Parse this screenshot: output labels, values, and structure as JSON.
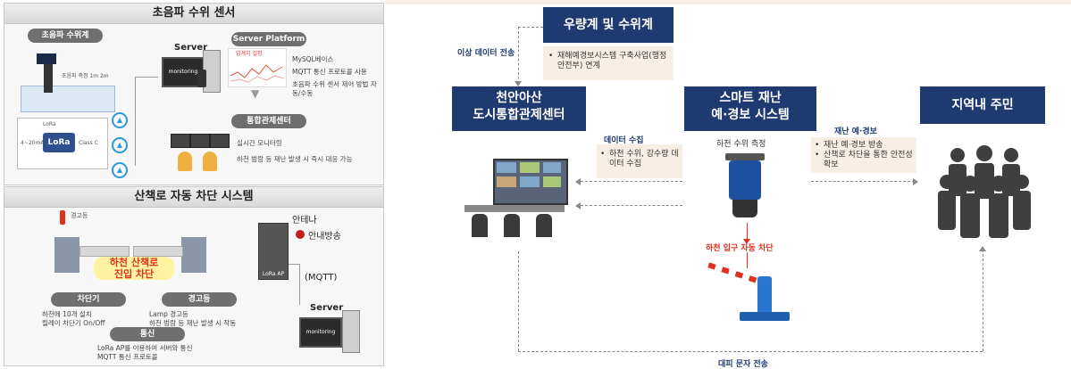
{
  "top_panel": {
    "title": "초음파 수위 센서",
    "sensor_pill": "초음파 수위계",
    "sensor_note": "초음파 측정 1m 2m",
    "lora_label": "LoRa",
    "lora_in": "4~20mA",
    "lora_class": "Class C",
    "lora_logo": "LoRa",
    "server_label": "Server",
    "server_platform_pill": "Server Platform",
    "monitor_text": "monitoring",
    "chart_label": "임계치 설정",
    "platform_bullets": [
      "MySQL베이스",
      "MQTT 통신 프로토콜 사용",
      "초음파 수위 센서 제어 방법 자동/수동"
    ],
    "center_pill": "통합관제센터",
    "center_bullets": [
      "실시간 모니터링",
      "하천 범람 등 재난 발생 시 즉시 대응 가능"
    ]
  },
  "bottom_panel": {
    "title": "산책로 자동 차단 시스템",
    "warning_light_label": "경고등",
    "gate_sign": "하천 산책로\n진입 차단",
    "antenna_label": "안테나",
    "broadcast_label": "안내방송",
    "mqtt_label": "(MQTT)",
    "server_label": "Server",
    "monitor_text": "monitoring",
    "lora_box_label": "LoRa AP",
    "barrier_pill": "차단기",
    "barrier_bullets": [
      "하천에 10개 설치",
      "릴레이 차단기 On/Off"
    ],
    "warning_pill": "경고등",
    "warning_bullets": [
      "Lamp 경고등",
      "하천 범람 등 재난 발생 시 작동"
    ],
    "comm_pill": "통신",
    "comm_bullets": [
      "LoRa AP를 이용하여 서버와 통신",
      "MQTT 통신 프로토콜"
    ]
  },
  "diagram": {
    "rain_gauge_box": "우량계 및 수위계",
    "rain_gauge_bullet": "재해예경보시스템 구축사업(행정안전부) 연계",
    "abnormal_label": "이상 데이터 전송",
    "control_center_box": "천안아산\n도시통합관제센터",
    "smart_box": "스마트 재난\n예·경보 시스템",
    "residents_box": "지역내 주민",
    "data_collect_label": "데이터 수집",
    "data_collect_bullet": "하천 수위, 강수량 데이터 수집",
    "water_measure_label": "하천 수위 측정",
    "auto_block_label": "하천 입구 자동 차단",
    "alert_label": "재난 예·경보",
    "alert_bullets": [
      "재난 예·경보 방송",
      "산책로 차단을 통한 안전성 확보"
    ],
    "sms_label": "대피 문자 전송"
  },
  "colors": {
    "navy": "#1f3a70",
    "tan": "#f7efe6",
    "panel": "#f7f7f7",
    "alert_red": "#e03020"
  }
}
